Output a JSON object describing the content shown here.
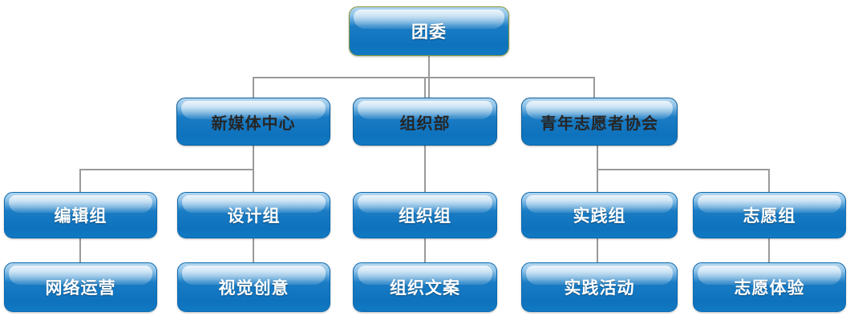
{
  "chart_data": {
    "type": "diagram",
    "title": "",
    "diagram_kind": "organization-chart",
    "orientation": "top-down",
    "levels": 4,
    "line_color": "#9a9a9a",
    "node_fill_top": "#b4d6ef",
    "node_fill_bottom": "#0e72bd",
    "nodes": [
      {
        "id": "n0",
        "label": "团委",
        "level": 1,
        "parent": null,
        "text_color": "#ffffff"
      },
      {
        "id": "n1",
        "label": "新媒体中心",
        "level": 2,
        "parent": "n0",
        "text_color": "#262626"
      },
      {
        "id": "n2",
        "label": "组织部",
        "level": 2,
        "parent": "n0",
        "text_color": "#262626"
      },
      {
        "id": "n3",
        "label": "青年志愿者协会",
        "level": 2,
        "parent": "n0",
        "text_color": "#262626"
      },
      {
        "id": "n4",
        "label": "编辑组",
        "level": 3,
        "parent": "n1",
        "text_color": "#ffffff"
      },
      {
        "id": "n5",
        "label": "设计组",
        "level": 3,
        "parent": "n1",
        "text_color": "#ffffff"
      },
      {
        "id": "n6",
        "label": "组织组",
        "level": 3,
        "parent": "n2",
        "text_color": "#ffffff"
      },
      {
        "id": "n7",
        "label": "实践组",
        "level": 3,
        "parent": "n3",
        "text_color": "#ffffff"
      },
      {
        "id": "n8",
        "label": "志愿组",
        "level": 3,
        "parent": "n3",
        "text_color": "#ffffff"
      },
      {
        "id": "n9",
        "label": "网络运营",
        "level": 4,
        "parent": "n4",
        "text_color": "#ffffff"
      },
      {
        "id": "n10",
        "label": "视觉创意",
        "level": 4,
        "parent": "n5",
        "text_color": "#ffffff"
      },
      {
        "id": "n11",
        "label": "组织文案",
        "level": 4,
        "parent": "n6",
        "text_color": "#ffffff"
      },
      {
        "id": "n12",
        "label": "实践活动",
        "level": 4,
        "parent": "n7",
        "text_color": "#ffffff"
      },
      {
        "id": "n13",
        "label": "志愿体验",
        "level": 4,
        "parent": "n8",
        "text_color": "#ffffff"
      }
    ],
    "edges": [
      {
        "from": "n0",
        "to": "n1"
      },
      {
        "from": "n0",
        "to": "n2"
      },
      {
        "from": "n0",
        "to": "n3"
      },
      {
        "from": "n1",
        "to": "n4"
      },
      {
        "from": "n1",
        "to": "n5"
      },
      {
        "from": "n2",
        "to": "n6"
      },
      {
        "from": "n3",
        "to": "n7"
      },
      {
        "from": "n3",
        "to": "n8"
      },
      {
        "from": "n4",
        "to": "n9"
      },
      {
        "from": "n5",
        "to": "n10"
      },
      {
        "from": "n6",
        "to": "n11"
      },
      {
        "from": "n7",
        "to": "n12"
      },
      {
        "from": "n8",
        "to": "n13"
      }
    ]
  },
  "org": {
    "root": {
      "label": "团委"
    },
    "level2": [
      {
        "label": "新媒体中心"
      },
      {
        "label": "组织部"
      },
      {
        "label": "青年志愿者协会"
      }
    ],
    "level3": [
      {
        "label": "编辑组"
      },
      {
        "label": "设计组"
      },
      {
        "label": "组织组"
      },
      {
        "label": "实践组"
      },
      {
        "label": "志愿组"
      }
    ],
    "level4": [
      {
        "label": "网络运营"
      },
      {
        "label": "视觉创意"
      },
      {
        "label": "组织文案"
      },
      {
        "label": "实践活动"
      },
      {
        "label": "志愿体验"
      }
    ]
  }
}
